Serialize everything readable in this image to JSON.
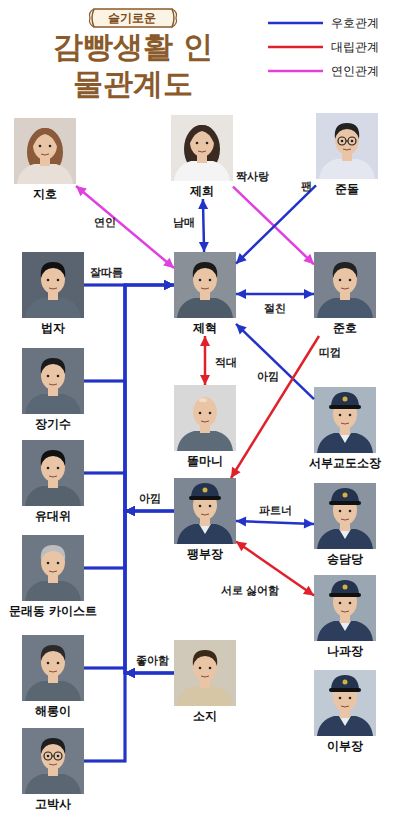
{
  "diagram": {
    "title": "감빵생활 인물관계도",
    "nodes": [
      {
        "text": [
          "지호"
        ]
      },
      {
        "text": [
          "제희"
        ]
      },
      {
        "text": [
          "준돌"
        ]
      },
      {
        "text": [
          "법자"
        ]
      },
      {
        "text": [
          "제혁"
        ]
      },
      {
        "text": [
          "준호"
        ]
      },
      {
        "text": [
          "장기수"
        ]
      },
      {
        "text": [
          "똘마니"
        ]
      },
      {
        "text": [
          "서부교도소장"
        ]
      },
      {
        "text": [
          "유대위"
        ]
      },
      {
        "text": [
          "팽부장"
        ]
      },
      {
        "text": [
          "송담당"
        ]
      },
      {
        "text": [
          "문래동 카이스트"
        ]
      },
      {
        "text": [
          "나과장"
        ]
      },
      {
        "text": [
          "해롱이"
        ]
      },
      {
        "text": [
          "소지"
        ]
      },
      {
        "text": [
          "이부장"
        ]
      },
      {
        "text": [
          "고박사"
        ]
      }
    ],
    "edges": [
      {
        "from": 0,
        "to": 4,
        "arrow": "both",
        "label": "연인"
      },
      {
        "from": 1,
        "to": 4,
        "arrow": "both",
        "label": "남매"
      },
      {
        "from": 1,
        "to": 5,
        "arrow": "to",
        "label": "짝사랑"
      },
      {
        "from": 2,
        "to": 4,
        "arrow": "to",
        "label": "팬"
      },
      {
        "from": 3,
        "to": 4,
        "arrow": "to",
        "label": "잘따름"
      },
      {
        "from": 6,
        "to": 4,
        "arrow": "to"
      },
      {
        "from": 9,
        "to": 4,
        "arrow": "to"
      },
      {
        "from": 12,
        "to": 4,
        "arrow": "to"
      },
      {
        "from": 14,
        "to": 4,
        "arrow": "to"
      },
      {
        "from": 17,
        "to": 4,
        "arrow": "to"
      },
      {
        "from": 4,
        "to": 5,
        "arrow": "both",
        "label": "절친"
      },
      {
        "from": 4,
        "to": 7,
        "arrow": "both",
        "label": "적대"
      },
      {
        "from": 8,
        "to": 4,
        "arrow": "to",
        "label": "아낌"
      },
      {
        "from": 5,
        "to": 10,
        "arrow": "to",
        "label": "띠껍"
      },
      {
        "from": 10,
        "to": 3,
        "arrow": "to",
        "label": "아낌"
      },
      {
        "from": 10,
        "to": 6,
        "arrow": "to"
      },
      {
        "from": 10,
        "to": 9,
        "arrow": "to"
      },
      {
        "from": 10,
        "to": 12,
        "arrow": "to"
      },
      {
        "from": 10,
        "to": 14,
        "arrow": "to"
      },
      {
        "from": 10,
        "to": 17,
        "arrow": "to"
      },
      {
        "from": 10,
        "to": 11,
        "arrow": "both",
        "label": "파트너"
      },
      {
        "from": 10,
        "to": 13,
        "arrow": "both",
        "label": "서로 싫어함"
      },
      {
        "from": 15,
        "to": 3,
        "arrow": "to",
        "label": "좋아함"
      },
      {
        "from": 15,
        "to": 6,
        "arrow": "to"
      },
      {
        "from": 15,
        "to": 9,
        "arrow": "to"
      },
      {
        "from": 15,
        "to": 12,
        "arrow": "to"
      },
      {
        "from": 15,
        "to": 14,
        "arrow": "to"
      },
      {
        "from": 15,
        "to": 17,
        "arrow": "to"
      }
    ],
    "labels": [
      "슬기로운"
    ],
    "legend": [
      {
        "text": "우호관계"
      },
      {
        "text": "대립관계"
      },
      {
        "text": "연인관계"
      }
    ]
  }
}
